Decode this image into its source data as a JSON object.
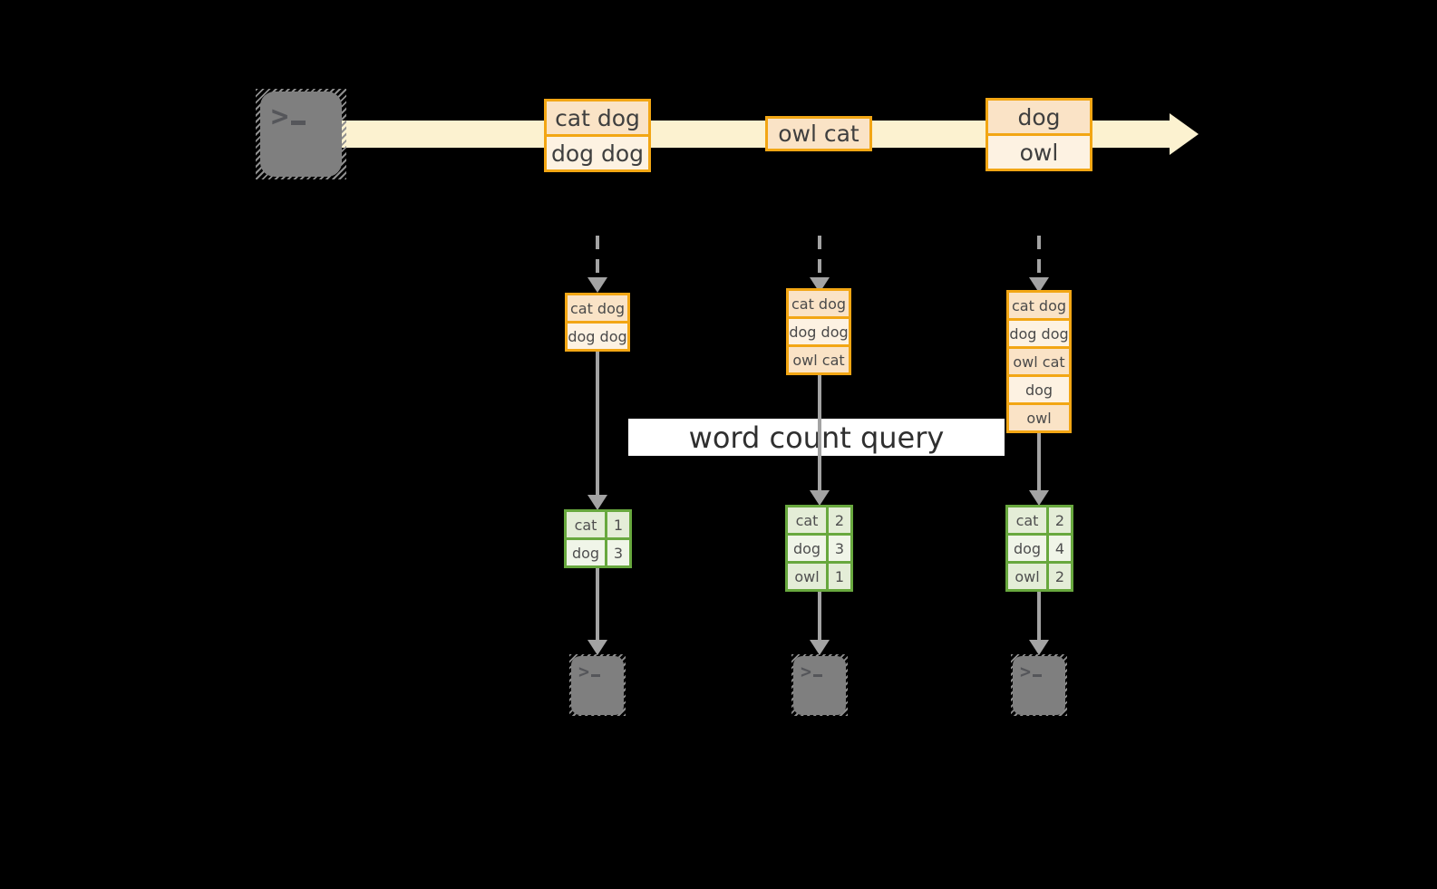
{
  "colors": {
    "background": "#000000",
    "stream_band": "#fcf2d0",
    "record_border": "#f2a614",
    "record_fill_dark": "#fae3c6",
    "record_fill_light": "#fdf2e2",
    "table_border": "#68a83e",
    "table_fill_dark": "#e4edd7",
    "table_fill_light": "#f0f5e8",
    "arrow_gray": "#a3a3a3",
    "terminal_gray": "#7f7f7f",
    "label_background": "#ffffff"
  },
  "icons": {
    "source": "terminal-icon",
    "consumers": [
      "terminal-icon",
      "terminal-icon",
      "terminal-icon"
    ]
  },
  "timeline": {
    "records": [
      {
        "lines": [
          "cat dog",
          "dog dog"
        ]
      },
      {
        "lines": [
          "owl cat"
        ]
      },
      {
        "lines": [
          "dog",
          "owl"
        ]
      }
    ]
  },
  "query_label": "word count query",
  "columns": [
    {
      "state_buffer": [
        "cat dog",
        "dog dog"
      ],
      "word_counts": [
        {
          "word": "cat",
          "count": "1"
        },
        {
          "word": "dog",
          "count": "3"
        }
      ]
    },
    {
      "state_buffer": [
        "cat dog",
        "dog dog",
        "owl cat"
      ],
      "word_counts": [
        {
          "word": "cat",
          "count": "2"
        },
        {
          "word": "dog",
          "count": "3"
        },
        {
          "word": "owl",
          "count": "1"
        }
      ]
    },
    {
      "state_buffer": [
        "cat dog",
        "dog dog",
        "owl cat",
        "dog",
        "owl"
      ],
      "word_counts": [
        {
          "word": "cat",
          "count": "2"
        },
        {
          "word": "dog",
          "count": "4"
        },
        {
          "word": "owl",
          "count": "2"
        }
      ]
    }
  ]
}
